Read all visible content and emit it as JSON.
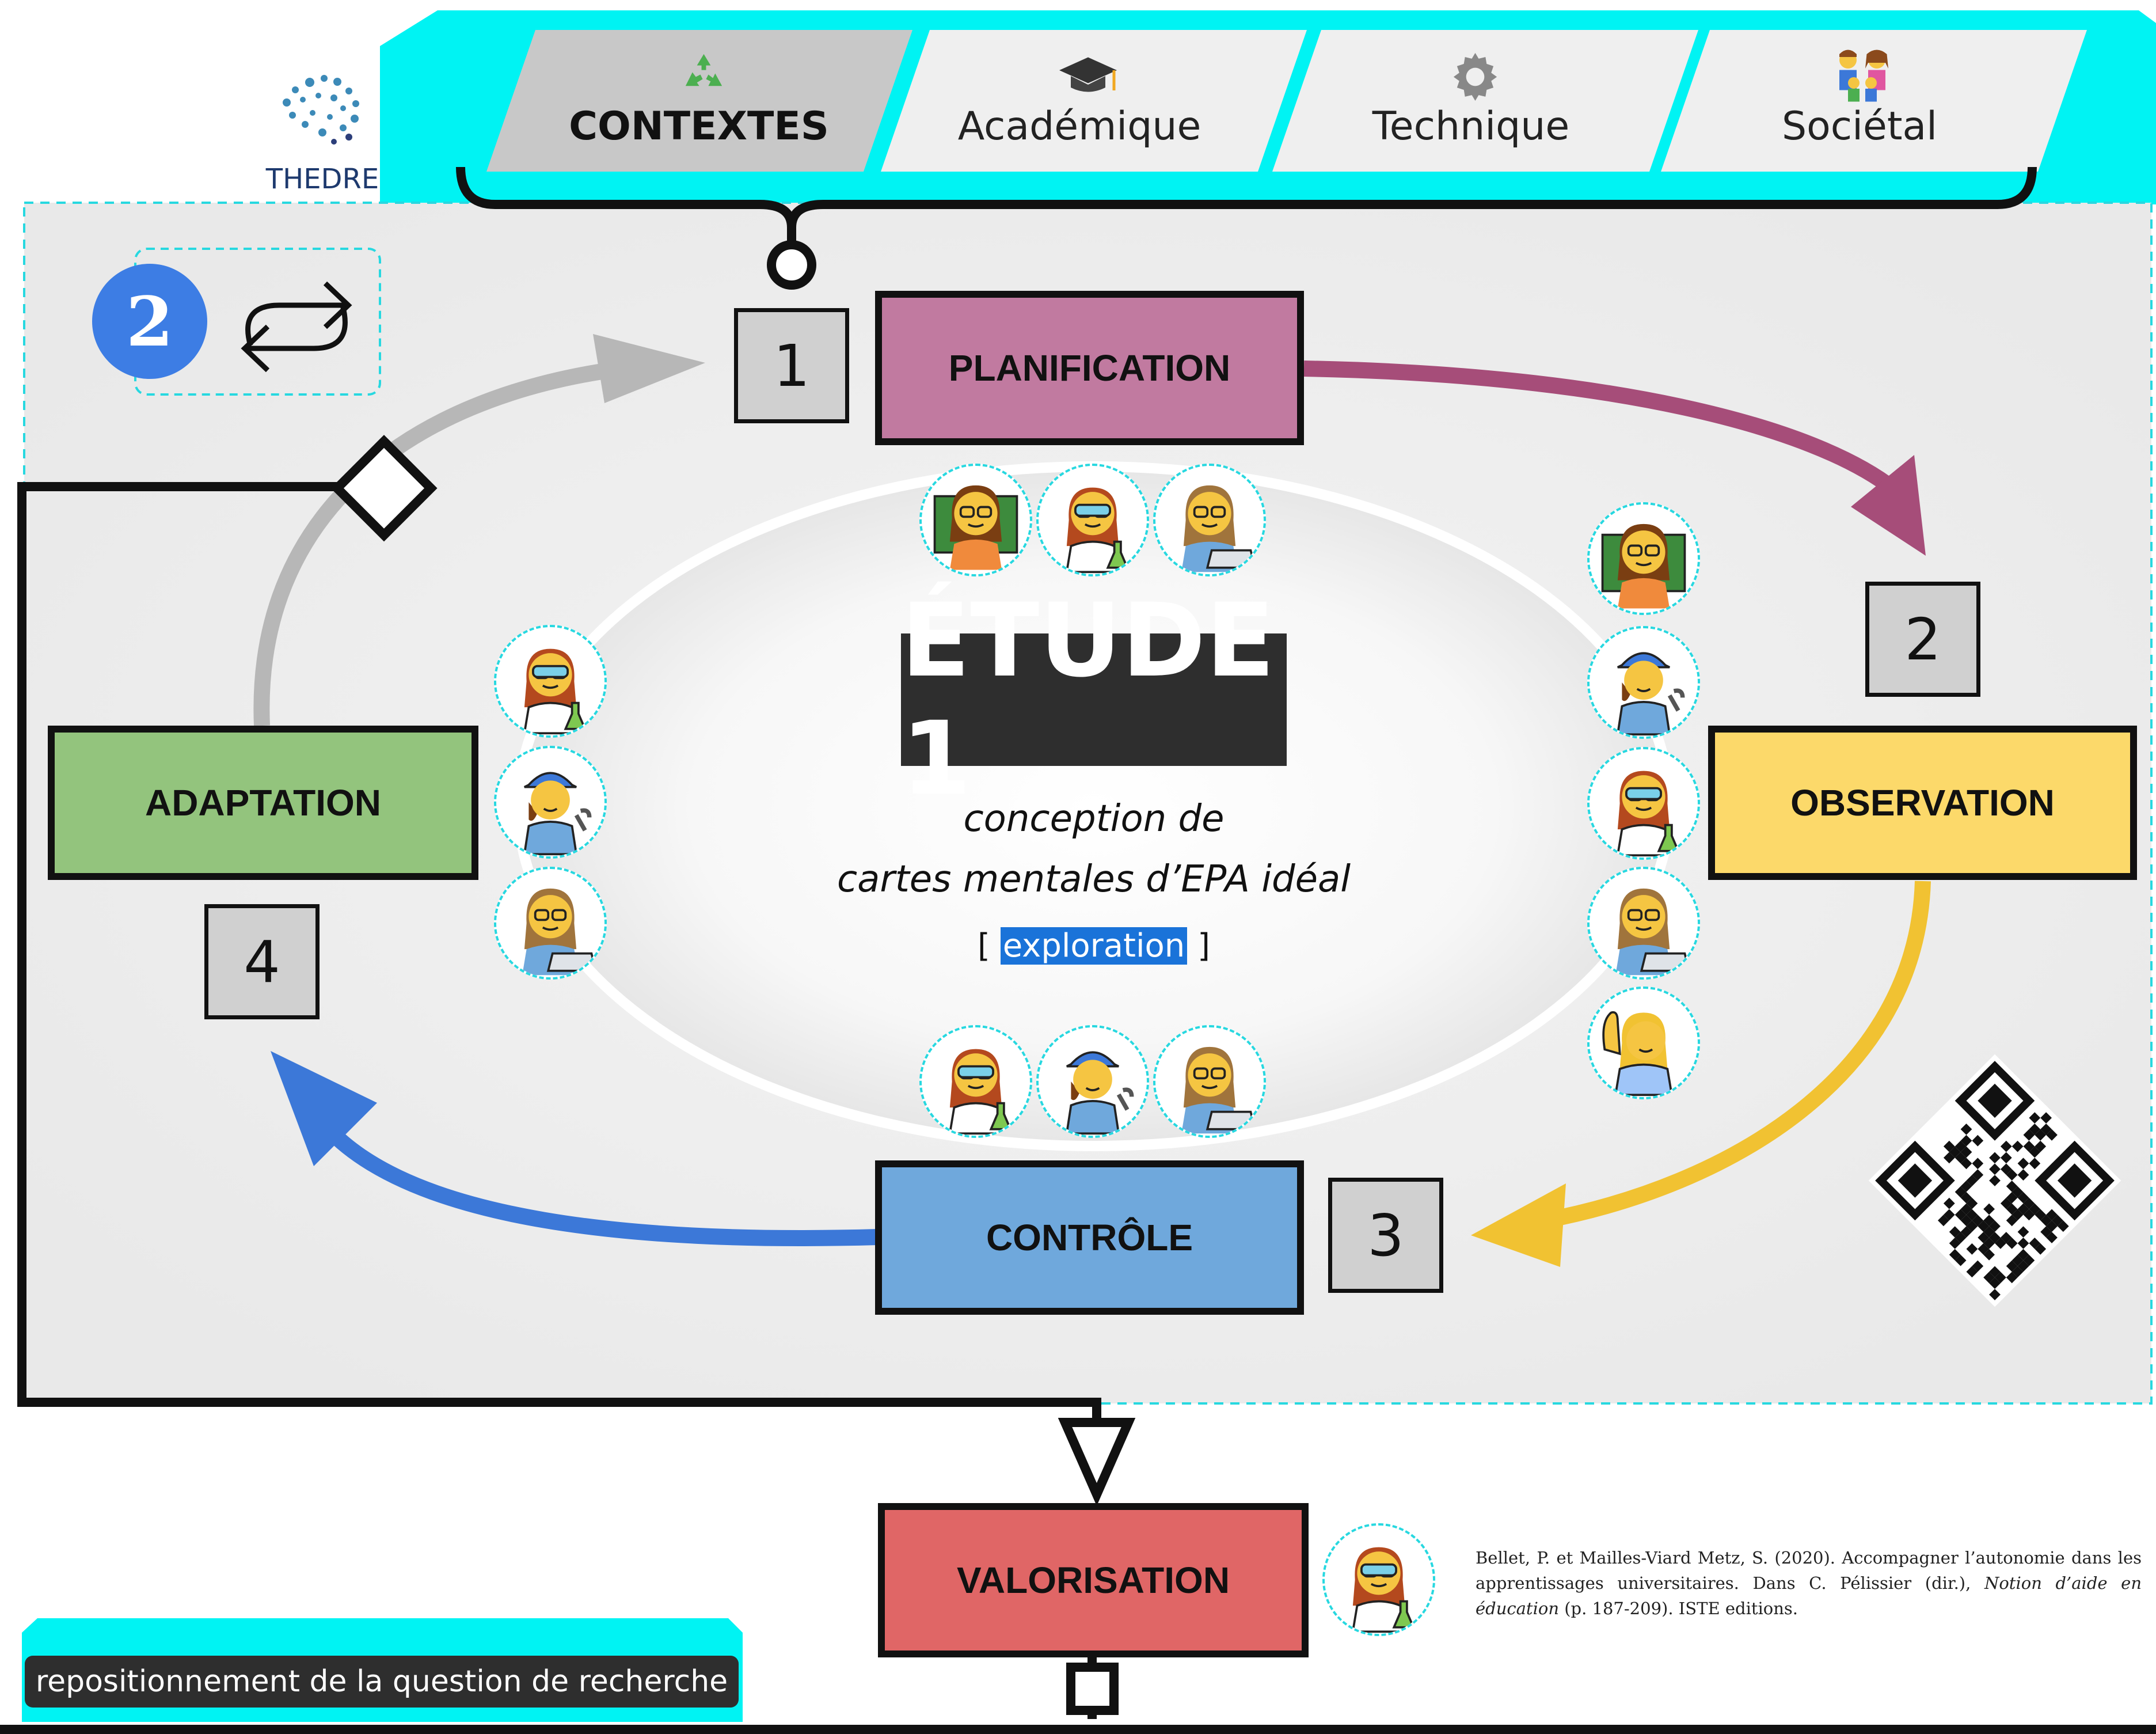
{
  "logo": {
    "text": "THEDRE"
  },
  "tabs": [
    {
      "label": "CONTEXTES",
      "icon": "recycle-icon",
      "active": true
    },
    {
      "label": "Académique",
      "icon": "graduation-cap-icon",
      "active": false
    },
    {
      "label": "Technique",
      "icon": "gear-icon",
      "active": false
    },
    {
      "label": "Sociétal",
      "icon": "family-icon",
      "active": false
    }
  ],
  "iteration": {
    "number": "2",
    "icon": "repeat-icon"
  },
  "stages": {
    "planification": {
      "label": "PLANIFICATION",
      "number": "1",
      "color": "#c17aa0"
    },
    "observation": {
      "label": "OBSERVATION",
      "number": "2",
      "color": "#fcd96a"
    },
    "controle": {
      "label": "CONTRÔLE",
      "number": "3",
      "color": "#6fa8dc"
    },
    "adaptation": {
      "label": "ADAPTATION",
      "number": "4",
      "color": "#93c47d"
    },
    "valorisation": {
      "label": "VALORISATION",
      "color": "#e06666"
    }
  },
  "center": {
    "title": "ÉTUDE 1",
    "line1": "conception de",
    "line2": "cartes mentales d’EPA idéal",
    "bracket_open": "[",
    "tag": "exploration",
    "bracket_close": "]"
  },
  "footer_label": "repositionnement de la question de recherche",
  "reference": {
    "part1": "Bellet, P. et Mailles-Viard Metz, S. (2020). Accompagner l’autonomie dans les apprentissages universitaires. Dans C. Pélissier (dir.), ",
    "title": "Notion d’aide en éducation",
    "part2": " (p. 187-209). ISTE editions."
  },
  "colors": {
    "cyan": "#00f3f3",
    "arrow_planif_obs": "#a64d79",
    "arrow_obs_ctrl": "#f1c232",
    "arrow_ctrl_adapt": "#3c78d8",
    "arrow_adapt_planif": "#b7b7b7"
  },
  "avatars": {
    "planification": [
      "teacher-icon",
      "scientist-icon",
      "technologist-icon"
    ],
    "observation": [
      "teacher-icon",
      "mechanic-icon",
      "scientist-icon",
      "technologist-icon",
      "raising-hand-icon"
    ],
    "controle": [
      "scientist-icon",
      "mechanic-icon",
      "technologist-icon"
    ],
    "adaptation": [
      "scientist-icon",
      "mechanic-icon",
      "technologist-icon"
    ],
    "valorisation": [
      "scientist-icon"
    ]
  },
  "qr_code": "qr-code-icon"
}
